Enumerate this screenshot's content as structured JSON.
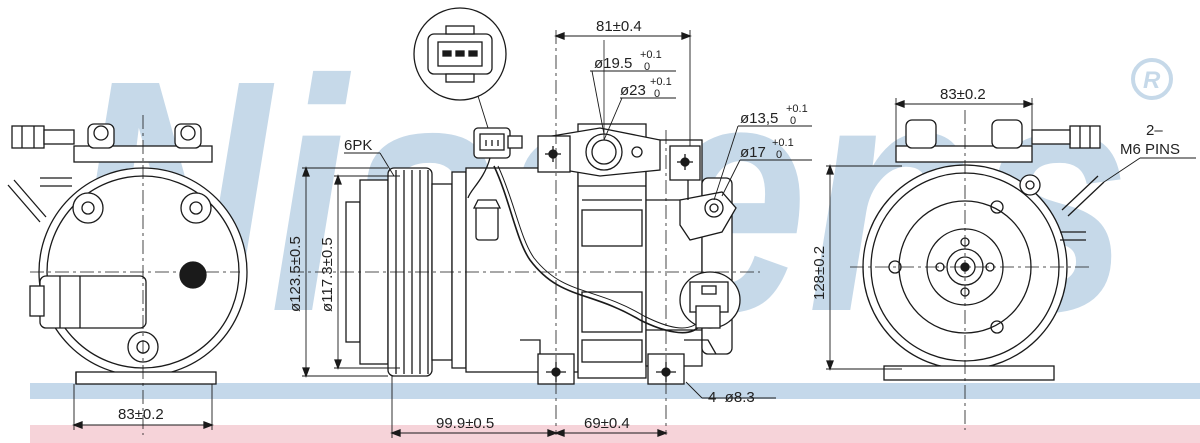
{
  "colors": {
    "watermark": "#c6d9e9",
    "band_blue": "#c4d8ea",
    "band_pink": "#f6d3d9",
    "line": "#1a1a1a"
  },
  "watermark": {
    "brand": "Nissens",
    "registered": "®"
  },
  "front_view": {
    "width_dim": "83±0.2"
  },
  "side_view": {
    "belt_label": "6PK",
    "pulley_outer_dia": "ø123.5±0.5",
    "pulley_inner_dia": "ø117.3±0.5",
    "length_dim": "99.9±0.5",
    "mount_spacing": "69±0.4",
    "top_dim": "81±0.4",
    "port_suction_1": "ø19.5",
    "port_suction_1_tol": "+0.1",
    "port_suction_1_tol_low": "0",
    "port_suction_2": "ø23",
    "port_suction_2_tol": "+0.1",
    "port_suction_2_tol_low": "0",
    "port_discharge_1": "ø13,5",
    "port_discharge_1_tol": "+0.1",
    "port_discharge_1_tol_low": "0",
    "port_discharge_2": "ø17",
    "port_discharge_2_tol": "+0.1",
    "port_discharge_2_tol_low": "0",
    "mount_holes": "4–ø8.3"
  },
  "rear_view": {
    "width_dim": "83±0.2",
    "height_dim": "128±0.2",
    "pins_count": "2–",
    "pins_label": "M6 PINS"
  }
}
